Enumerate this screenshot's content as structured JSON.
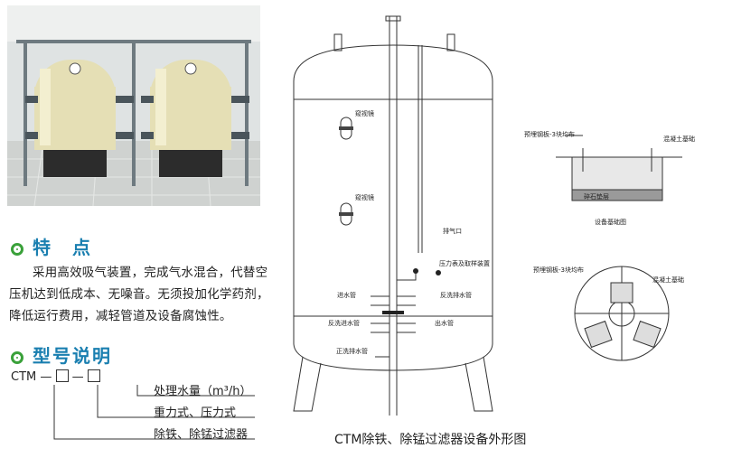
{
  "features": {
    "title": "特　点",
    "text": "采用高效吸气装置，完成气水混合，代替空压机达到低成本、无噪音。无须投加化学药剂，降低运行费用，减轻管道及设备腐蚀性。"
  },
  "model": {
    "title": "型号说明",
    "code": "CTM",
    "dash1": "—",
    "dash2": "—",
    "line1": "处理水量（m³/h）",
    "line2": "重力式、压力式",
    "line3": "除铁、除锰过滤器"
  },
  "tank_labels": {
    "sight1": "窥视镜",
    "sight2": "窥视镜",
    "vent": "排气口",
    "gauge": "压力表及取样装置",
    "inlet": "进水管",
    "backwash_out": "反洗排水管",
    "backwash_in": "反洗进水管",
    "outlet": "出水管",
    "forward_wash": "正洗排水管"
  },
  "foundation": {
    "plate_label": "预埋钢板-3块均布",
    "concrete_label": "混凝土基础",
    "gravel_label": "碎石垫层",
    "title": "设备基础图",
    "plate_label2": "预埋钢板-3块均布",
    "concrete_label2": "混凝土基础"
  },
  "caption": "CTM除铁、除锰过滤器设备外形图",
  "colors": {
    "title_blue": "#1a7fb0",
    "icon_green": "#3aa13a"
  }
}
